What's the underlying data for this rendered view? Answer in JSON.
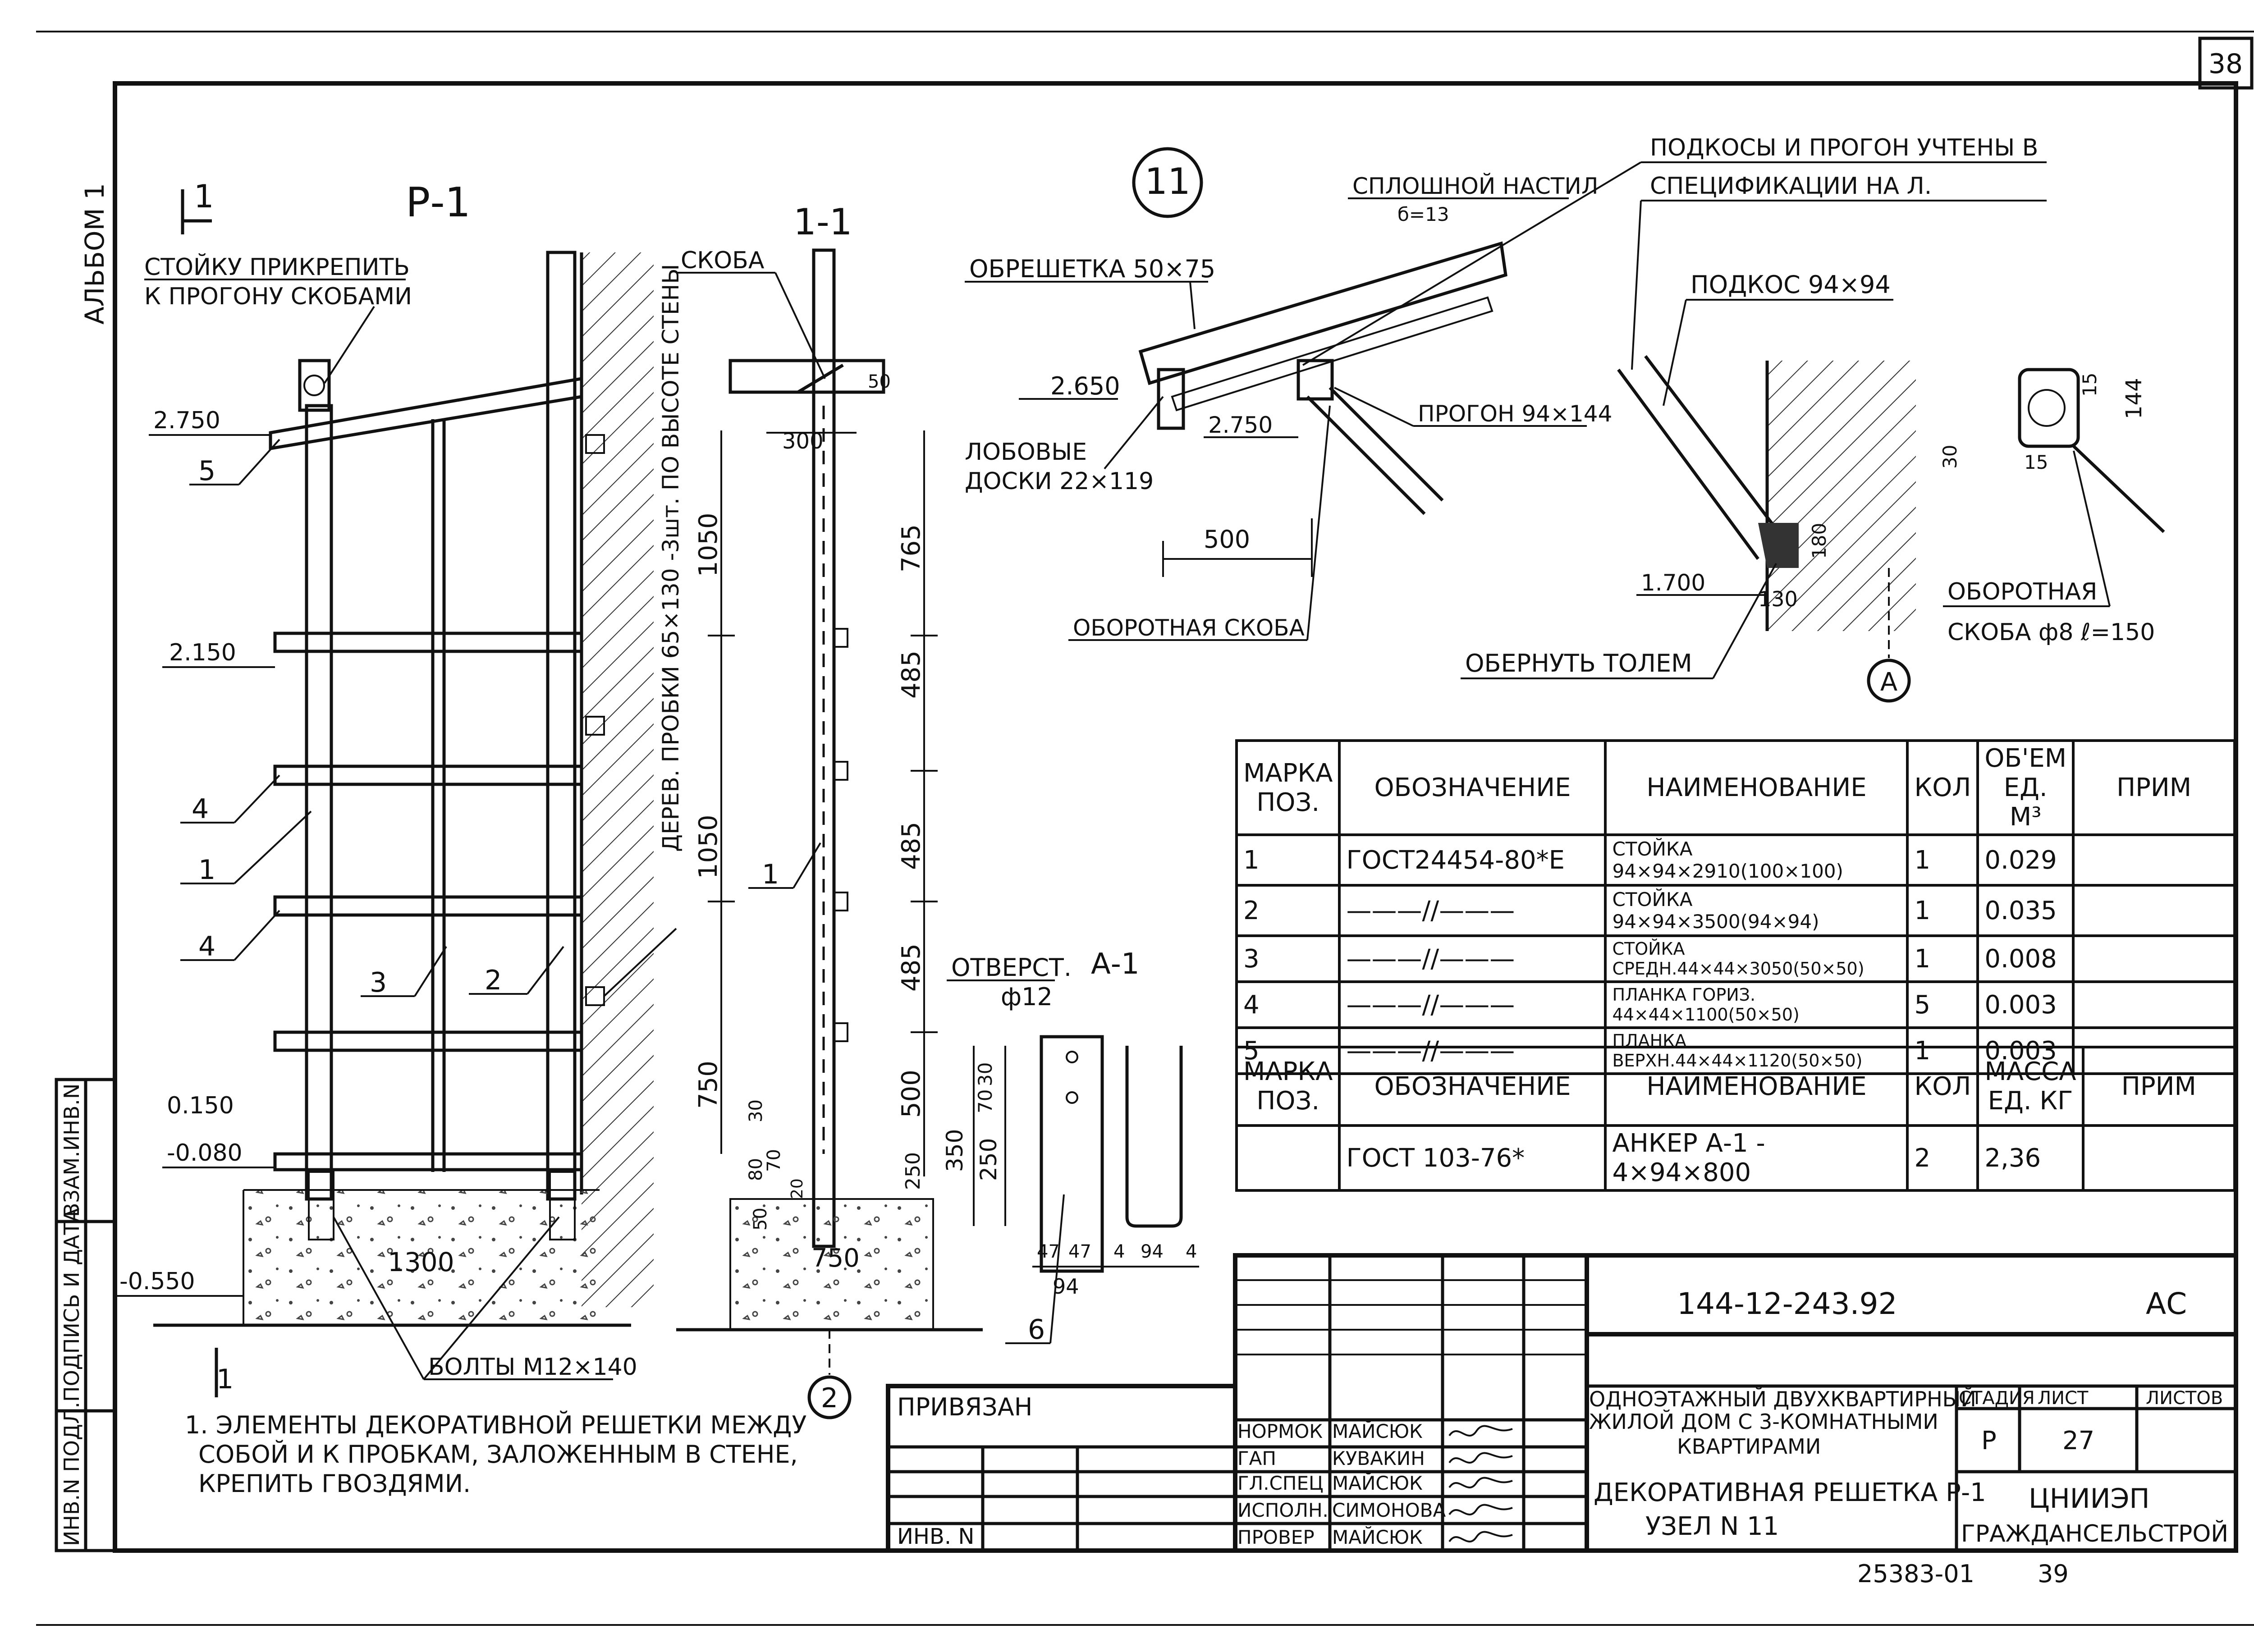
{
  "sheet": {
    "sheet_number": "38",
    "album": "АЛЬБОМ 1",
    "bottom_code": "25383-01",
    "bottom_page": "39"
  },
  "drawing_p1": {
    "title": "Р-1",
    "section_mark": "1",
    "note_attach": "СТОЙКУ ПРИКРЕПИТЬ",
    "note_attach2": "К ПРОГОНУ СКОБАМИ",
    "level_2750": "2.750",
    "level_2150": "2.150",
    "level_0150": "0.150",
    "level_m0080": "-0.080",
    "level_m0550": "-0.550",
    "dim_1300": "1300",
    "bolts": "БОЛТЫ М12×140",
    "plugs": "ДЕРЕВ. ПРОБКИ 65×130 -3шт. ПО ВЫСОТЕ СТЕНЫ",
    "pos_labels": [
      "5",
      "4",
      "1",
      "4",
      "3",
      "2"
    ]
  },
  "drawing_section": {
    "title": "1-1",
    "bracket": "СКОБА",
    "dims_left": [
      "1050",
      "1050",
      "750"
    ],
    "dims_right": [
      "765",
      "485",
      "485",
      "485",
      "500"
    ],
    "dim_300": "300",
    "dim_50": "50",
    "dim_250": "250",
    "dim_750": "750",
    "small_dims": [
      "80",
      "70",
      "30",
      "20",
      "50"
    ],
    "pos_label": "1",
    "axis": "2"
  },
  "anchor": {
    "hole_label": "ОТВЕРСТ.",
    "hole_dia": "ф12",
    "title": "А-1",
    "dims_v": [
      "30",
      "70",
      "250",
      "350"
    ],
    "dims_h": [
      "47",
      "47",
      "94",
      "4",
      "94",
      "4"
    ],
    "pos_label": "6"
  },
  "node11": {
    "number": "11",
    "deck": "СПЛОШНОЙ НАСТИЛ",
    "deck_thick": "б=13",
    "lathing": "ОБРЕШЕТКА 50×75",
    "level_2650": "2.650",
    "level_2750": "2.750",
    "fascia": "ЛОБОВЫЕ",
    "fascia2": "ДОСКИ 22×119",
    "purlin": "ПРОГОН 94×144",
    "dim_500": "500",
    "turn_bracket": "ОБОРОТНАЯ СКОБА",
    "note_top": "ПОДКОСЫ И ПРОГОН УЧТЕНЫ В",
    "note_top2": "СПЕЦИФИКАЦИИ НА Л.",
    "strut": "ПОДКОС 94×94",
    "level_1700": "1.700",
    "dim_130": "130",
    "dim_180": "180",
    "dim_30": "30",
    "dim_15a": "15",
    "dim_15b": "15",
    "dim_144": "144",
    "wrap": "ОБЕРНУТЬ ТОЛЕМ",
    "bracket2": "ОБОРОТНАЯ",
    "bracket2b": "СКОБА ф8 ℓ=150",
    "axis": "А"
  },
  "spec_table": {
    "headers": [
      "МАРКА ПОЗ.",
      "ОБОЗНАЧЕНИЕ",
      "НАИМЕНОВАНИЕ",
      "КОЛ",
      "ОБ'ЕМ ЕД. М³",
      "ПРИМ"
    ],
    "rows": [
      [
        "1",
        "ГОСТ24454-80*Е",
        "СТОЙКА 94×94×2910(100×100)",
        "1",
        "0.029",
        ""
      ],
      [
        "2",
        "———//———",
        "СТОЙКА 94×94×3500(94×94)",
        "1",
        "0.035",
        ""
      ],
      [
        "3",
        "———//———",
        "СТОЙКА СРЕДН.44×44×3050(50×50)",
        "1",
        "0.008",
        ""
      ],
      [
        "4",
        "———//———",
        "ПЛАНКА ГОРИЗ. 44×44×1100(50×50)",
        "5",
        "0.003",
        ""
      ],
      [
        "5",
        "———//———",
        "ПЛАНКА ВЕРХН.44×44×1120(50×50)",
        "1",
        "0.003",
        ""
      ]
    ]
  },
  "anchor_table": {
    "headers": [
      "МАРКА ПОЗ.",
      "ОБОЗНАЧЕНИЕ",
      "НАИМЕНОВАНИЕ",
      "КОЛ",
      "МАССА ЕД. КГ",
      "ПРИМ"
    ],
    "rows": [
      [
        "",
        "ГОСТ 103-76*",
        "АНКЕР А-1 - 4×94×800",
        "2",
        "2,36",
        ""
      ]
    ]
  },
  "notes": {
    "line1": "1. ЭЛЕМЕНТЫ ДЕКОРАТИВНОЙ РЕШЕТКИ МЕЖДУ",
    "line2": "СОБОЙ И К ПРОБКАМ, ЗАЛОЖЕННЫМ В СТЕНЕ,",
    "line3": "КРЕПИТЬ ГВОЗДЯМИ."
  },
  "side_strip": {
    "f1": "ИНВ.N ПОДЛ.",
    "f2": "ПОДПИСЬ И ДАТА",
    "f3": "ВЗАМ.ИНВ.N"
  },
  "title_block": {
    "doc_code": "144-12-243.92",
    "stage_mark": "АС",
    "bound": "ПРИВЯЗАН",
    "inv": "ИНВ. N",
    "roles": [
      "НОРМОК",
      "ГАП",
      "ГЛ.СПЕЦ",
      "ИСПОЛН.",
      "ПРОВЕР"
    ],
    "names": [
      "МАЙСЮК",
      "КУВАКИН",
      "МАЙСЮК",
      "СИМОНОВА",
      "МАЙСЮК"
    ],
    "project": "ОДНОЭТАЖНЫЙ ДВУХКВАРТИРНЫЙ",
    "project2": "ЖИЛОЙ ДОМ С 3-КОМНАТНЫМИ",
    "project3": "КВАРТИРАМИ",
    "sheet_title": "ДЕКОРАТИВНАЯ РЕШЕТКА Р-1",
    "sheet_title2": "УЗЕЛ N 11",
    "stage_h": "СТАДИЯ",
    "sheet_h": "ЛИСТ",
    "sheets_h": "ЛИСТОВ",
    "stage": "Р",
    "sheet": "27",
    "org": "ЦНИИЭП",
    "org2": "ГРАЖДАНСЕЛЬСТРОЙ"
  }
}
